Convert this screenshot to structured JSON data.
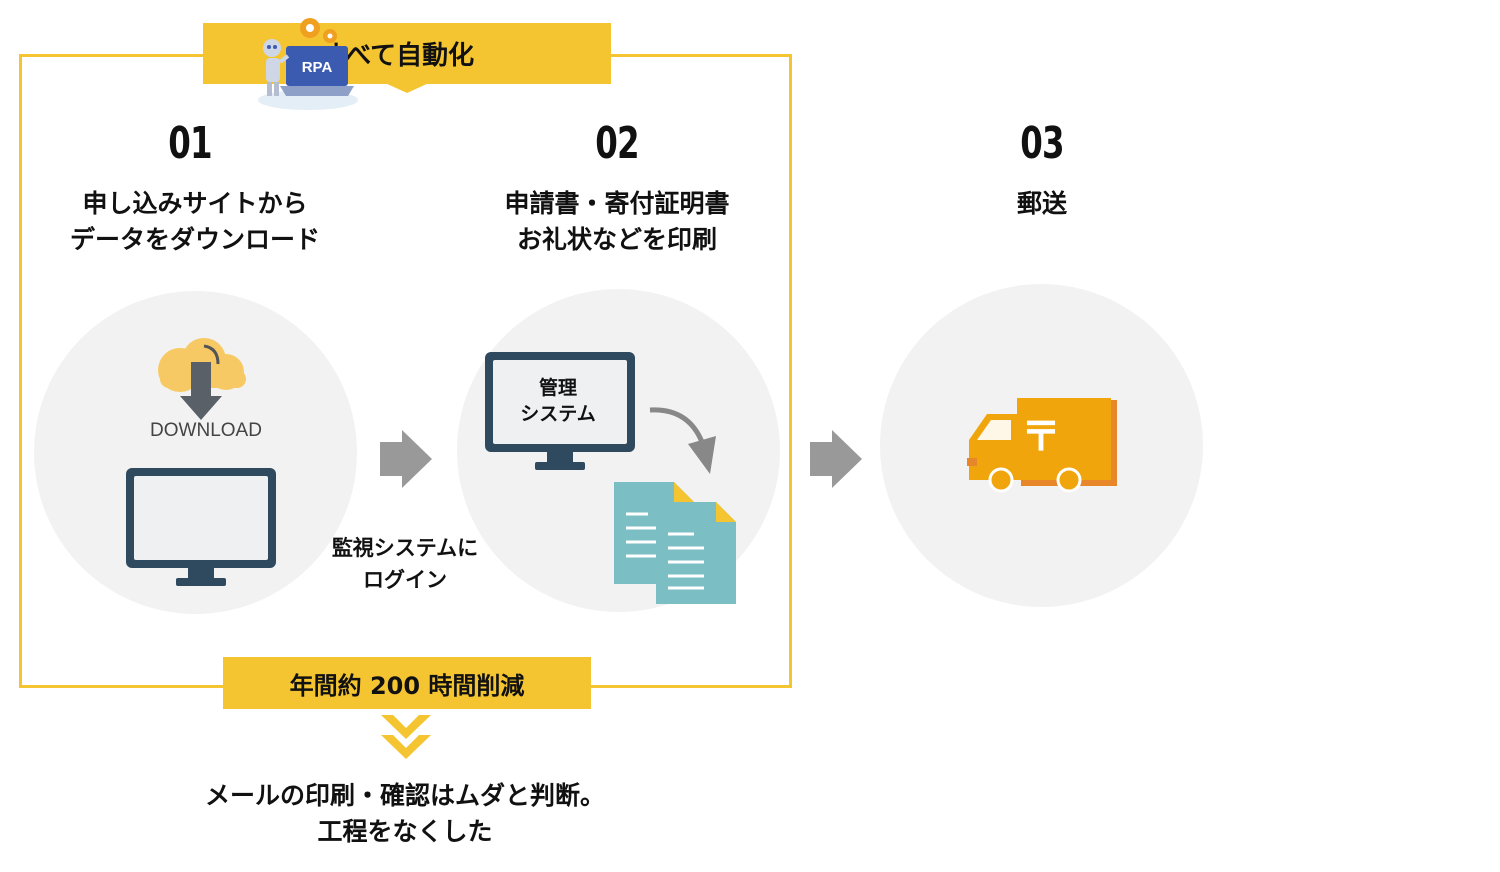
{
  "banner_top": "すべて自動化",
  "banner_bottom": "年間約 200 時間削減",
  "rpa_logo": "RPA",
  "steps": [
    {
      "num": "01",
      "line1": "申し込みサイトから",
      "line2": "データをダウンロード"
    },
    {
      "num": "02",
      "line1": "申請書・寄付証明書",
      "line2": "お礼状などを印刷"
    },
    {
      "num": "03",
      "line1": "郵送",
      "line2": ""
    }
  ],
  "download_label": "DOWNLOAD",
  "login_label": {
    "line1": "監視システムに",
    "line2": "ログイン"
  },
  "mgmt_system": {
    "line1": "管理",
    "line2": "システム"
  },
  "postal_mark": "〒",
  "footer": {
    "line1": "メールの印刷・確認はムダと判断。",
    "line2": "工程をなくした"
  },
  "colors": {
    "accent": "#f4c531",
    "circle": "#f2f2f2",
    "monitor": "#2f4a5e",
    "doc": "#7bbec4",
    "truck": "#f0a50c",
    "arrow": "#999999"
  }
}
